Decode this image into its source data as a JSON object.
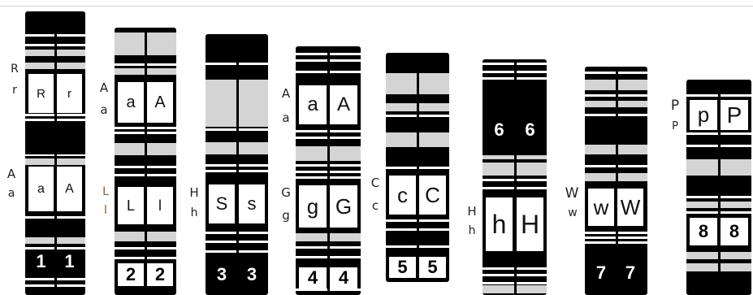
{
  "chromosomes": [
    {
      "id": 1,
      "allele_pairs": [
        {
          "label_upper": "R",
          "label_lower": "r",
          "left": "R",
          "right": "r"
        },
        {
          "label_upper": "A",
          "label_lower": "a",
          "left": "a",
          "right": "A"
        }
      ],
      "numbers": [
        "1",
        "1"
      ]
    },
    {
      "id": 2,
      "allele_pairs": [
        {
          "label_upper": "A",
          "label_lower": "a",
          "left": "a",
          "right": "A"
        },
        {
          "label_upper": "L",
          "label_lower": "l",
          "left": "L",
          "right": "l"
        }
      ],
      "numbers": [
        "2",
        "2"
      ]
    },
    {
      "id": 3,
      "allele_pairs": [
        {
          "label_upper": "H",
          "label_lower": "h",
          "left": "S",
          "right": "s"
        }
      ],
      "numbers": [
        "3",
        "3"
      ]
    },
    {
      "id": 4,
      "allele_pairs": [
        {
          "label_upper": "A",
          "label_lower": "a",
          "left": "a",
          "right": "A"
        },
        {
          "label_upper": "G",
          "label_lower": "g",
          "left": "g",
          "right": "G"
        }
      ],
      "numbers": [
        "4",
        "4"
      ]
    },
    {
      "id": 5,
      "allele_pairs": [
        {
          "label_upper": "C",
          "label_lower": "c",
          "left": "c",
          "right": "C"
        }
      ],
      "numbers": [
        "5",
        "5"
      ]
    },
    {
      "id": 6,
      "allele_pairs": [
        {
          "label_upper": "H",
          "label_lower": "h",
          "left": "h",
          "right": "H"
        }
      ],
      "numbers": [
        "6",
        "6"
      ]
    },
    {
      "id": 7,
      "allele_pairs": [
        {
          "label_upper": "W",
          "label_lower": "w",
          "left": "w",
          "right": "W"
        }
      ],
      "numbers": [
        "7",
        "7"
      ]
    },
    {
      "id": 8,
      "allele_pairs": [
        {
          "label_upper": "P",
          "label_lower": "P",
          "left": "p",
          "right": "P"
        }
      ],
      "numbers": [
        "8",
        "8"
      ]
    }
  ]
}
